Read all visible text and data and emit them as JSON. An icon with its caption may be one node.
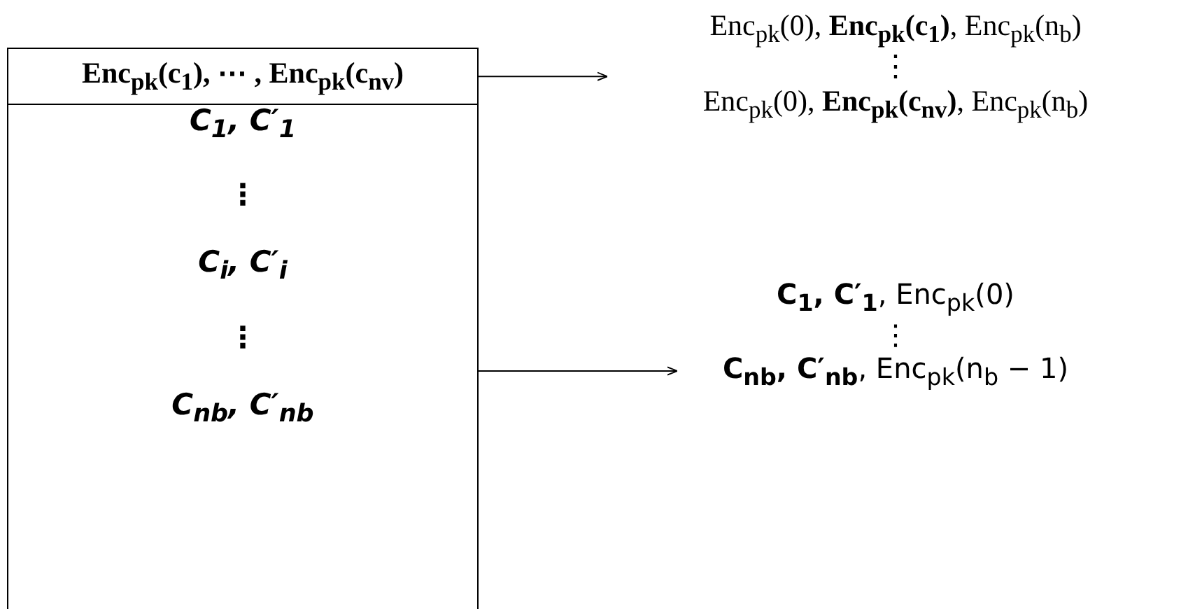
{
  "diagram": {
    "nodes": [
      {
        "text": [
          "Enc$_{pk}$(c$_{1}$), ⋯ , Enc$_{pk}$(c$_{nv}$)"
        ]
      },
      {
        "text": [
          "C$_{1}$, C′$_{1}$",
          "⋮",
          "C$_{i}$, C′$_{i}$",
          "⋮",
          "C$_{nb}$, C′$_{nb}$"
        ]
      },
      {
        "text": [
          "Enc$_{pk}$(0), **Enc$_{pk}$(c$_{1}$)**, Enc$_{pk}$(n$_{b}$)",
          "⋮",
          "Enc$_{pk}$(0), **Enc$_{pk}$(c$_{nv}$)**, Enc$_{pk}$(n$_{b}$)"
        ]
      },
      {
        "text": [
          "**C$_{1}$, C′$_{1}$**, Enc$_{pk}$(0)",
          "⋮",
          "**C$_{nb}$, C′$_{nb}$**, Enc$_{pk}$(n$_{b}$ − 1)"
        ]
      }
    ],
    "edges": [
      {
        "from": 0,
        "to": 2,
        "arrow": "to"
      },
      {
        "from": 1,
        "to": 3,
        "arrow": "to"
      }
    ]
  }
}
